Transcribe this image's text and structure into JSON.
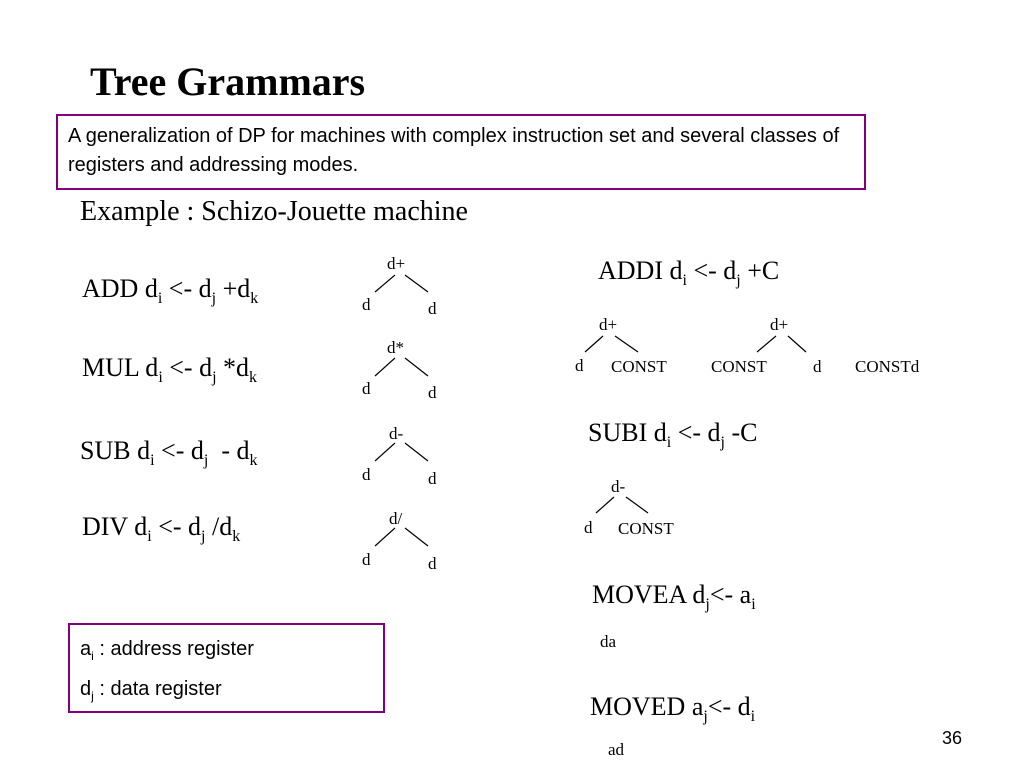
{
  "slide": {
    "title": "Tree Grammars",
    "description": "A generalization of DP for machines with complex instruction set and several classes of registers and addressing modes.",
    "example": "Example : Schizo-Jouette machine",
    "page_number": "36"
  },
  "instructions": {
    "add": {
      "op": "ADD d",
      "i": "i",
      "arrow": " <- d",
      "j": "j",
      "rest": " +d",
      "k": "k"
    },
    "mul": {
      "op": "MUL d",
      "i": "i",
      "arrow": " <- d",
      "j": "j",
      "rest": " *d",
      "k": "k"
    },
    "sub": {
      "op": "SUB d",
      "i": "i",
      "arrow": " <- d",
      "j": "j",
      "rest": "  - d",
      "k": "k"
    },
    "div": {
      "op": "DIV d",
      "i": "i",
      "arrow": " <- d",
      "j": "j",
      "rest": " /d",
      "k": "k"
    },
    "addi": {
      "op": "ADDI d",
      "i": "i",
      "arrow": " <- d",
      "j": "j",
      "rest": " +C"
    },
    "subi": {
      "op": "SUBI d",
      "i": "i",
      "arrow": " <- d",
      "j": "j",
      "rest": " -C"
    },
    "movea": {
      "op": "MOVEA d",
      "j": "j",
      "arrow": "<- a",
      "i": "i"
    },
    "moved": {
      "op": "MOVED a",
      "j": "j",
      "arrow": "<- d",
      "i": "i"
    }
  },
  "trees": {
    "add": {
      "root": "d+",
      "left": "d",
      "right": "d"
    },
    "mul": {
      "root": "d*",
      "left": "d",
      "right": "d"
    },
    "sub": {
      "root": "d-",
      "left": "d",
      "right": "d"
    },
    "div": {
      "root": "d/",
      "left": "d",
      "right": "d"
    },
    "addi1": {
      "root": "d+",
      "left": "d",
      "right": "CONST"
    },
    "addi2": {
      "root": "d+",
      "left": "CONST",
      "right": "d"
    },
    "addi_extra": "CONSTd",
    "subi": {
      "root": "d-",
      "left": "d",
      "right": "CONST"
    },
    "movea": "da",
    "moved": "ad"
  },
  "legend": {
    "a_sym": "a",
    "a_sub": "i",
    "a_text": " : address register",
    "d_sym": "d",
    "d_sub": "j",
    "d_text": " : data register"
  }
}
